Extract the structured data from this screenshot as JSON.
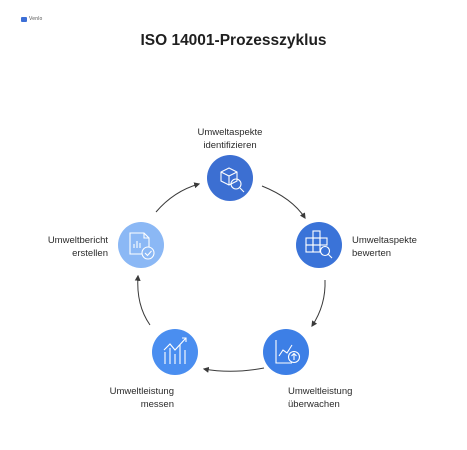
{
  "logo": {
    "text": "Venlo"
  },
  "title": "ISO 14001-Prozesszyklus",
  "steps": [
    {
      "line1": "Umweltaspekte",
      "line2": "identifizieren",
      "icon": "cube-search-icon",
      "color": "#3c6fd2"
    },
    {
      "line1": "Umweltaspekte",
      "line2": "bewerten",
      "icon": "grid-search-icon",
      "color": "#3a73d8"
    },
    {
      "line1": "Umweltleistung",
      "line2": "überwachen",
      "icon": "chart-upload-icon",
      "color": "#3d7fe6"
    },
    {
      "line1": "Umweltleistung",
      "line2": "messen",
      "icon": "bar-chart-trend-icon",
      "color": "#4a8ef0"
    },
    {
      "line1": "Umweltbericht",
      "line2": "erstellen",
      "icon": "report-check-icon",
      "color": "#8bb8f5"
    }
  ],
  "colors": {
    "arrow": "#3a3a3a",
    "icon_stroke": "#ffffff"
  }
}
